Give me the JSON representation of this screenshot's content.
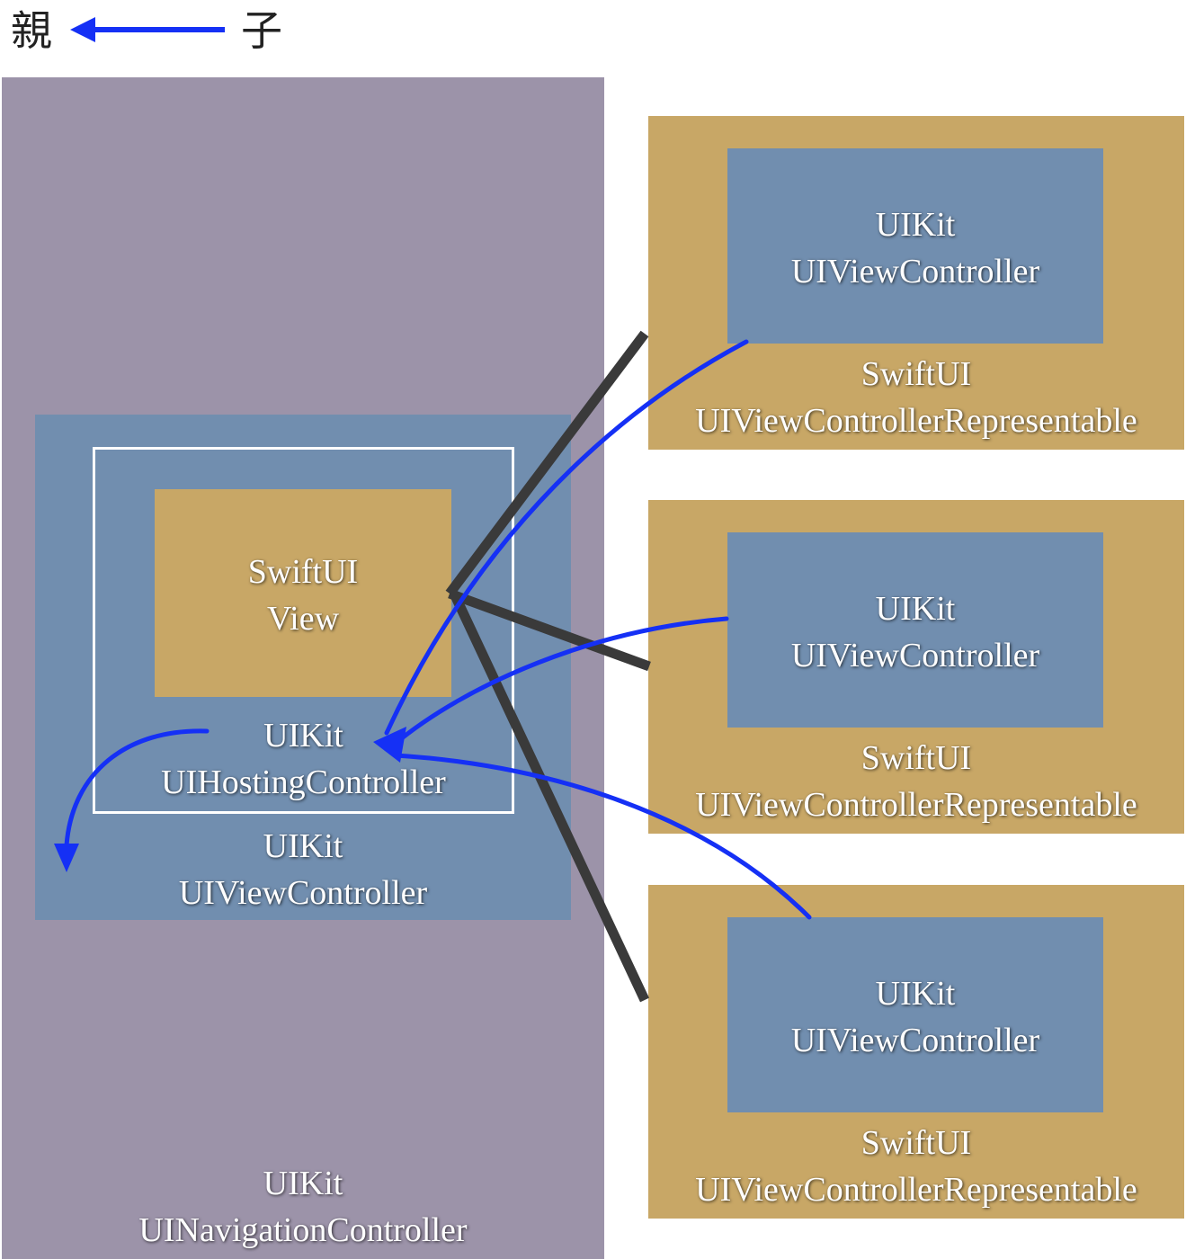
{
  "legend": {
    "parent": "親",
    "child": "子"
  },
  "colors": {
    "nav": "#9c93a9",
    "blue": "#718eaf",
    "gold": "#c8a766",
    "arrow": "#1530f5",
    "line": "#3a3a3a"
  },
  "navigation": {
    "framework": "UIKit",
    "name": "UINavigationController"
  },
  "view_controller": {
    "framework": "UIKit",
    "name": "UIViewController"
  },
  "hosting": {
    "framework": "UIKit",
    "name": "UIHostingController"
  },
  "swiftui_view": {
    "framework": "SwiftUI",
    "name": "View"
  },
  "representables": [
    {
      "outer_framework": "SwiftUI",
      "outer_name": "UIViewControllerRepresentable",
      "inner_framework": "UIKit",
      "inner_name": "UIViewController"
    },
    {
      "outer_framework": "SwiftUI",
      "outer_name": "UIViewControllerRepresentable",
      "inner_framework": "UIKit",
      "inner_name": "UIViewController"
    },
    {
      "outer_framework": "SwiftUI",
      "outer_name": "UIViewControllerRepresentable",
      "inner_framework": "UIKit",
      "inner_name": "UIViewController"
    }
  ]
}
